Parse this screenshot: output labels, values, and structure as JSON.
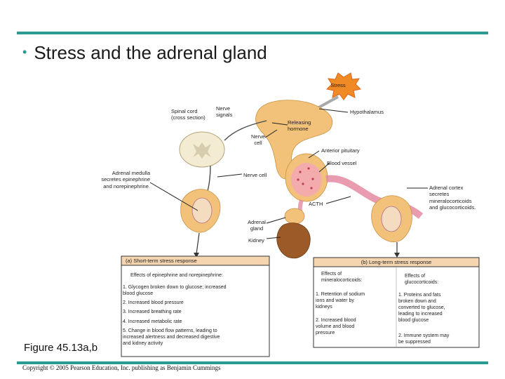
{
  "slide": {
    "title": "Stress and the adrenal gland",
    "figure_label": "Figure 45.13a,b",
    "copyright": "Copyright © 2005 Pearson Education, Inc. publishing as Benjamin Cummings"
  },
  "diagram": {
    "labels": {
      "stress": "Stress",
      "spinal_cord": "Spinal cord\n(cross section)",
      "nerve_signals": "Nerve\nsignals",
      "hypothalamus": "Hypothalamus",
      "releasing_hormone": "Releasing\nhormone",
      "nerve_cell_top": "Nerve\ncell",
      "anterior_pituitary": "Anterior pituitary",
      "blood_vessel": "Blood vessel",
      "nerve_cell_mid": "Nerve cell",
      "adrenal_medulla": "Adrenal medulla\nsecretes epinephrine\nand norepinephrine.",
      "adrenal_cortex": "Adrenal cortex\nsecretes\nmineralocorticoids\nand glucocorticoids.",
      "acth": "ACTH",
      "adrenal_gland": "Adrenal\ngland",
      "kidney": "Kidney"
    },
    "short_term": {
      "header": "(a) Short-term stress response",
      "intro": "Effects of epinephrine and norepinephrine:",
      "effects": [
        "1. Glycogen broken down to glucose; increased\n    blood glucose",
        "2. Increased blood pressure",
        "3. Increased breathing rate",
        "4. Increased metabolic rate",
        "5. Change in blood flow patterns, leading to\n    increased alertness and decreased digestive\n    and kidney activity"
      ]
    },
    "long_term": {
      "header": "(b) Long-term stress response",
      "mineral_title": "Effects of\nmineralocorticoids:",
      "mineral_effects": [
        "1. Retention of sodium\n    ions and water by\n    kidneys",
        "2. Increased blood\n    volume and blood\n    pressure"
      ],
      "gluco_title": "Effects of\nglucocorticoids:",
      "gluco_effects": [
        "1. Proteins and fats\n    broken down and\n    converted to glucose,\n    leading to increased\n    blood glucose",
        "2. Immune system may\n    be suppressed"
      ]
    }
  },
  "colors": {
    "accent_rule": "#2a9a94",
    "stress_burst": "#f08a24",
    "tissue": "#f2c27a",
    "blood_vessel": "#f2a6b8",
    "box_header": "#f5d4b0"
  }
}
